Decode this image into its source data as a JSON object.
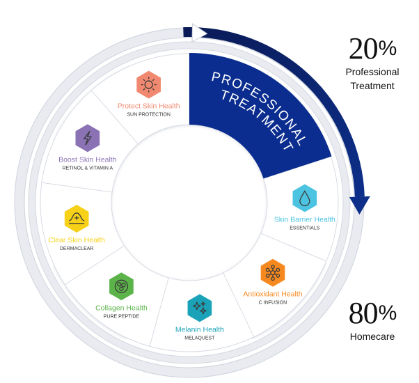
{
  "professional": {
    "line1": "PROFESSIONAL",
    "line2": "TREATMENT",
    "color": "#0a2d8f"
  },
  "stats": {
    "professional": {
      "value": "20",
      "unit": "%",
      "line1": "Professional",
      "line2": "Treatment"
    },
    "homecare": {
      "value": "80",
      "unit": "%",
      "line1": "Homecare"
    }
  },
  "segments": [
    {
      "id": "protect",
      "title": "Protect Skin Health",
      "subtitle": "SUN PROTECTION",
      "color": "#f0896f",
      "icon": "sun-icon"
    },
    {
      "id": "boost",
      "title": "Boost Skin Health",
      "subtitle": "RETINOL & VITAMIN A",
      "color": "#8a72b5",
      "icon": "lightning-icon"
    },
    {
      "id": "clear",
      "title": "Clear Skin Health",
      "subtitle": "DERMACLEAR",
      "color": "#f7d117",
      "icon": "follicle-icon"
    },
    {
      "id": "collagen",
      "title": "Collagen Health",
      "subtitle": "PURE PEPTIDE",
      "color": "#5bb34a",
      "icon": "collagen-icon"
    },
    {
      "id": "melanin",
      "title": "Melanin Health",
      "subtitle": "MELAQUEST",
      "color": "#1aa3b8",
      "icon": "sparkle-icon"
    },
    {
      "id": "antioxidant",
      "title": "Antioxidant Health",
      "subtitle": "C INFUSION",
      "color": "#f5891f",
      "icon": "molecule-icon"
    },
    {
      "id": "barrier",
      "title": "Skin Barrier Health",
      "subtitle": "ESSENTIALS",
      "color": "#4cc3e0",
      "icon": "droplet-icon"
    }
  ]
}
